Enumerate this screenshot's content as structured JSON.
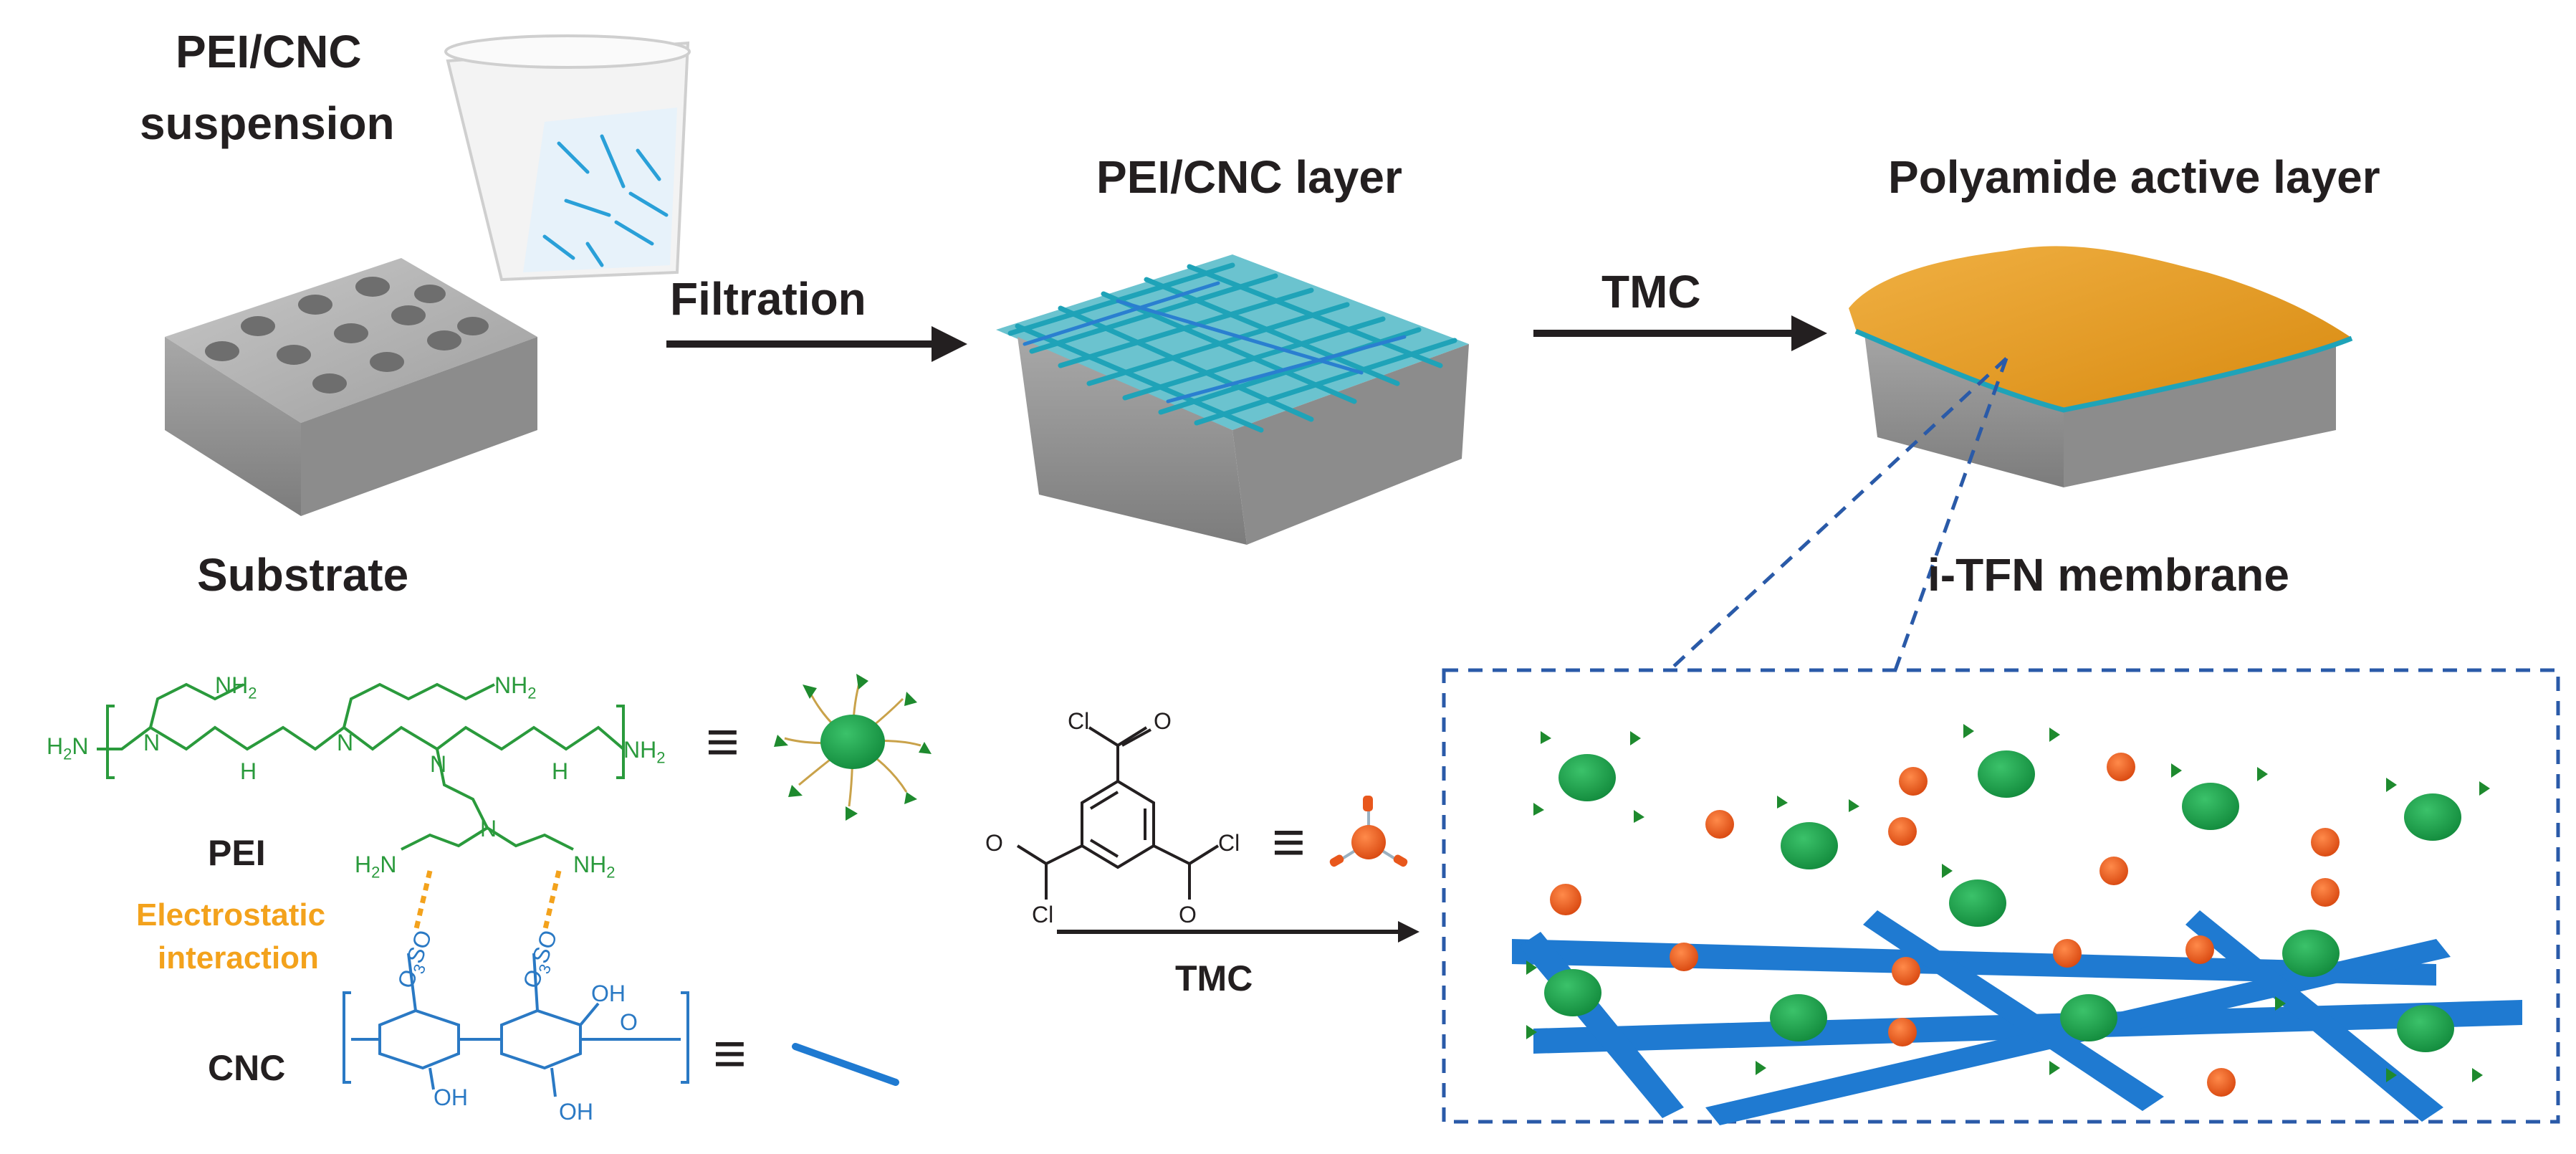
{
  "labels": {
    "suspension_line1": "PEI/CNC",
    "suspension_line2": "suspension",
    "substrate": "Substrate",
    "filtration": "Filtration",
    "pei_cnc_layer": "PEI/CNC layer",
    "tmc_top": "TMC",
    "polyamide": "Polyamide active layer",
    "itfn": "i-TFN membrane",
    "pei": "PEI",
    "electrostatic_line1": "Electrostatic",
    "electrostatic_line2": "interaction",
    "cnc": "CNC",
    "tmc_bottom": "TMC"
  },
  "chem": {
    "nh2": "NH",
    "h2n": "H",
    "nh": "H",
    "n": "N",
    "cl": "Cl",
    "o": "O",
    "oh": "OH",
    "so3": "SO",
    "equiv": "≡"
  },
  "colors": {
    "text": "#231f20",
    "pei_green": "#1a9a45",
    "cnc_blue": "#1f7ad1",
    "tmc_orange": "#e8571c",
    "polyamide_orange": "#e39a1c",
    "electrostatic_orange": "#f3a21c",
    "substrate_gray": "#9a9a9a",
    "fiber_teal": "#1fa3b8"
  }
}
